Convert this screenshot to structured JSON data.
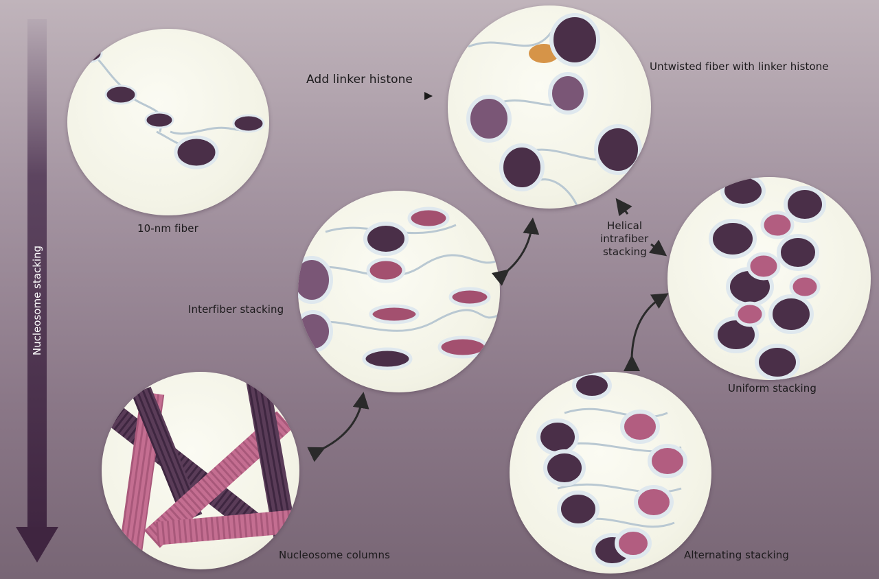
{
  "side_arrow": {
    "label": "Nucleosome stacking"
  },
  "top_arrow": {
    "label": "Add linker histone"
  },
  "panels": {
    "fiber_10nm": {
      "label": "10-nm fiber"
    },
    "untwisted": {
      "label": "Untwisted fiber with linker histone"
    },
    "interfiber": {
      "label": "Interfiber stacking"
    },
    "columns": {
      "label": "Nucleosome columns"
    },
    "uniform": {
      "label": "Uniform stacking"
    },
    "alternating": {
      "label": "Alternating stacking"
    }
  },
  "helical_label": {
    "line1": "Helical",
    "line2": "intrafiber",
    "line3": "stacking"
  },
  "colors": {
    "nucleosome": "#4a2f48",
    "nucleosome_pink": "#b25d80",
    "dna": "#d8e3ea",
    "linker_histone": "#d69448",
    "panel_bg": "#f4f4e8"
  }
}
